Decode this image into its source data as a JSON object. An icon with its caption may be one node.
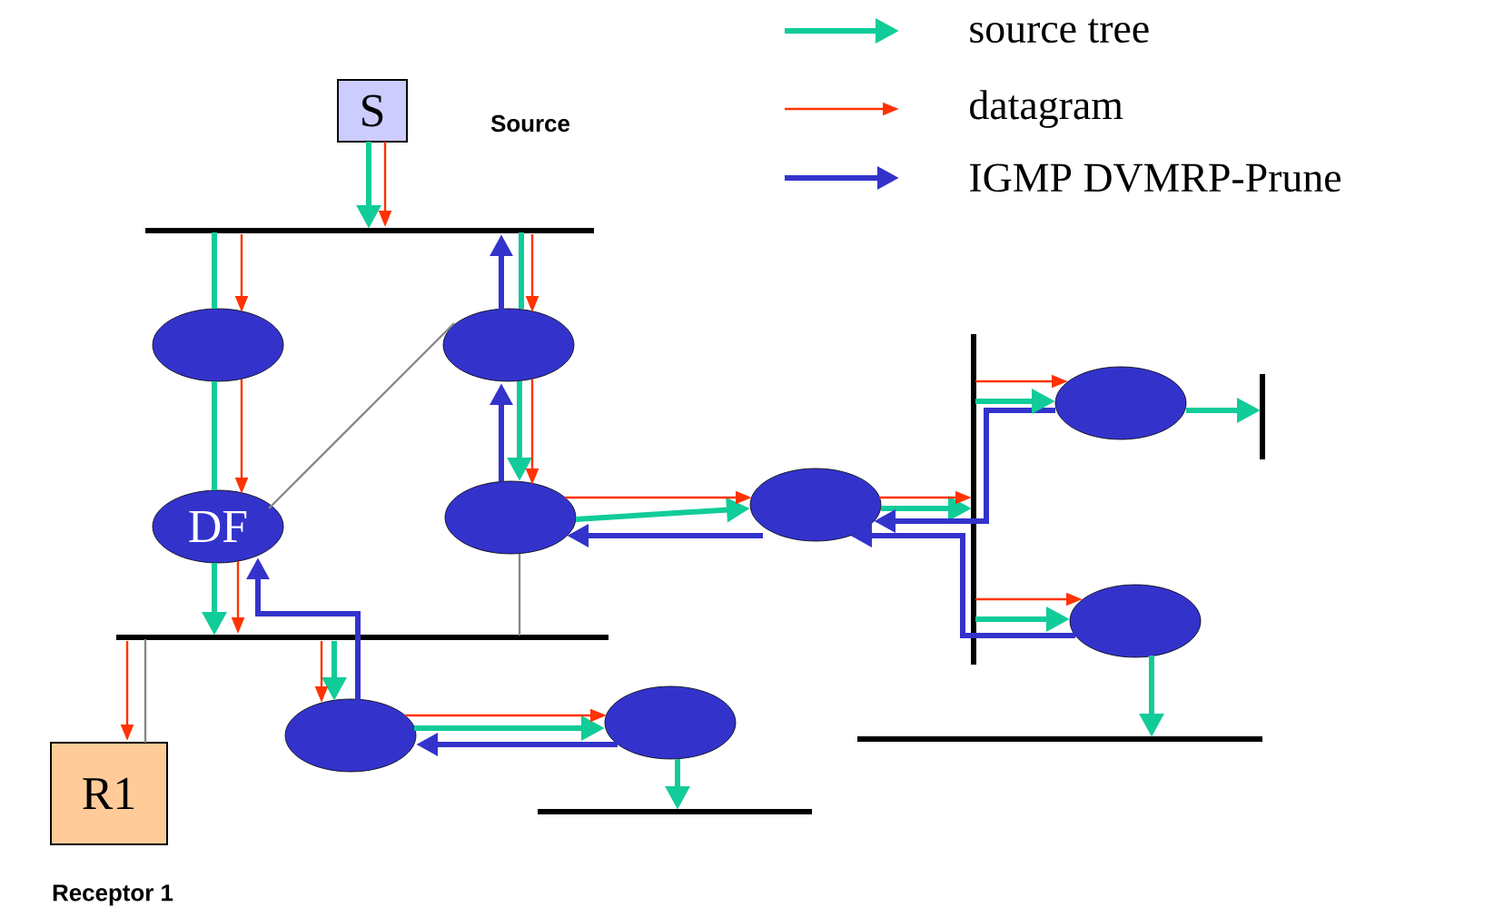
{
  "diagram": {
    "nodes": [
      {
        "text": [
          "S"
        ],
        "beside": [
          "Source"
        ]
      },
      {
        "text": [],
        "shape": "bar"
      },
      {
        "text": [],
        "shape": "ellipse"
      },
      {
        "text": [],
        "shape": "ellipse"
      },
      {
        "text": [
          "DF"
        ]
      },
      {
        "text": [],
        "shape": "ellipse"
      },
      {
        "text": [],
        "shape": "bar"
      },
      {
        "text": [
          "R1"
        ],
        "beside": [
          "Receptor 1"
        ]
      },
      {
        "text": [],
        "shape": "ellipse"
      },
      {
        "text": [],
        "shape": "ellipse"
      },
      {
        "text": [],
        "shape": "bar"
      },
      {
        "text": [],
        "shape": "ellipse"
      },
      {
        "text": [],
        "shape": "bar"
      },
      {
        "text": [],
        "shape": "ellipse"
      },
      {
        "text": [],
        "shape": "bar"
      },
      {
        "text": [],
        "shape": "ellipse"
      },
      {
        "text": [],
        "shape": "bar"
      }
    ],
    "edges": [
      {
        "from": 0,
        "to": 1,
        "arrow": "to"
      },
      {
        "from": 1,
        "to": 2,
        "arrow": "none"
      },
      {
        "from": 2,
        "to": 4,
        "arrow": "none"
      },
      {
        "from": 4,
        "to": 6,
        "arrow": "to"
      },
      {
        "from": 1,
        "to": 3,
        "arrow": "none"
      },
      {
        "from": 3,
        "to": 1,
        "arrow": "to",
        "color": "#3333cc"
      },
      {
        "from": 3,
        "to": 5,
        "arrow": "to"
      },
      {
        "from": 5,
        "to": 3,
        "arrow": "to",
        "color": "#3333cc"
      },
      {
        "from": 4,
        "to": 3,
        "arrow": "none",
        "color": "#888888"
      },
      {
        "from": 5,
        "to": 11,
        "arrow": "to"
      },
      {
        "from": 11,
        "to": 5,
        "arrow": "to",
        "color": "#3333cc"
      },
      {
        "from": 5,
        "to": 6,
        "arrow": "none",
        "color": "#888888"
      },
      {
        "from": 8,
        "to": 4,
        "arrow": "to",
        "color": "#3333cc"
      },
      {
        "from": 6,
        "to": 8,
        "arrow": "to"
      },
      {
        "from": 6,
        "to": 7,
        "arrow": "none",
        "color": "#888888"
      },
      {
        "from": 8,
        "to": 9,
        "arrow": "to"
      },
      {
        "from": 9,
        "to": 8,
        "arrow": "to",
        "color": "#3333cc"
      },
      {
        "from": 9,
        "to": 10,
        "arrow": "to"
      },
      {
        "from": 11,
        "to": 12,
        "arrow": "to"
      },
      {
        "from": 13,
        "to": 11,
        "arrow": "to",
        "color": "#3333cc"
      },
      {
        "from": 15,
        "to": 11,
        "arrow": "to",
        "color": "#3333cc"
      },
      {
        "from": 12,
        "to": 13,
        "arrow": "to"
      },
      {
        "from": 13,
        "to": 14,
        "arrow": "to"
      },
      {
        "from": 12,
        "to": 15,
        "arrow": "to"
      },
      {
        "from": 15,
        "to": 16,
        "arrow": "to"
      },
      {
        "from": 0,
        "to": 1,
        "arrow": "to",
        "color": "#ff3300"
      },
      {
        "from": 1,
        "to": 2,
        "arrow": "to",
        "color": "#ff3300"
      },
      {
        "from": 2,
        "to": 4,
        "arrow": "to",
        "color": "#ff3300"
      },
      {
        "from": 4,
        "to": 6,
        "arrow": "to",
        "color": "#ff3300"
      },
      {
        "from": 1,
        "to": 3,
        "arrow": "to",
        "color": "#ff3300"
      },
      {
        "from": 3,
        "to": 5,
        "arrow": "to",
        "color": "#ff3300"
      },
      {
        "from": 5,
        "to": 11,
        "arrow": "to",
        "color": "#ff3300"
      },
      {
        "from": 6,
        "to": 8,
        "arrow": "to",
        "color": "#ff3300"
      },
      {
        "from": 6,
        "to": 7,
        "arrow": "to",
        "color": "#ff3300"
      },
      {
        "from": 8,
        "to": 9,
        "arrow": "to",
        "color": "#ff3300"
      },
      {
        "from": 11,
        "to": 12,
        "arrow": "to",
        "color": "#ff3300"
      },
      {
        "from": 12,
        "to": 13,
        "arrow": "to",
        "color": "#ff3300"
      },
      {
        "from": 12,
        "to": 15,
        "arrow": "to",
        "color": "#ff3300"
      }
    ],
    "legend": [
      {
        "text": "source tree"
      },
      {
        "text": "datagram"
      },
      {
        "text": "IGMP DVMRP-Prune"
      }
    ]
  }
}
